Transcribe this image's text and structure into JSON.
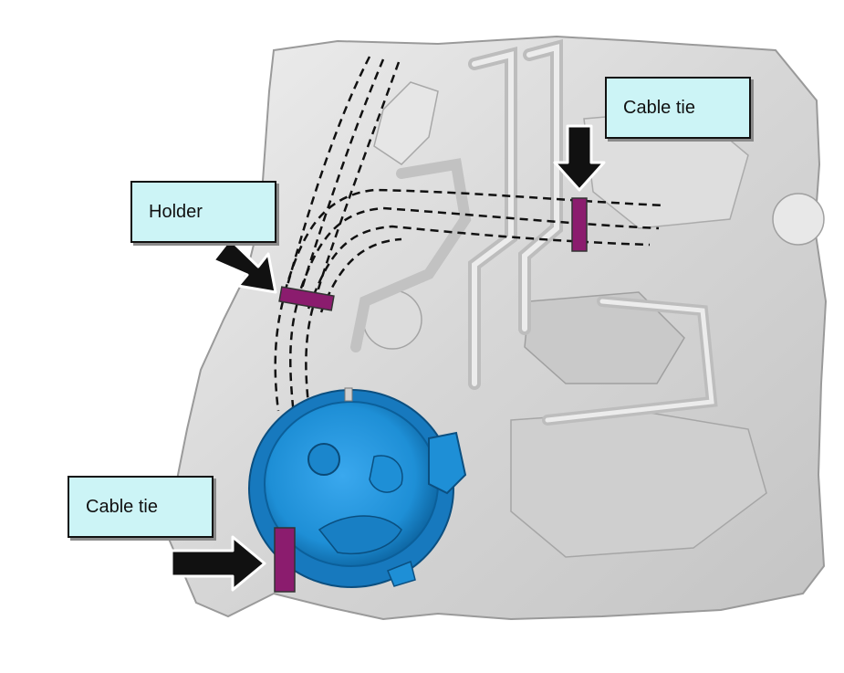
{
  "labels": {
    "cable_tie_top": "Cable tie",
    "holder": "Holder",
    "cable_tie_bottom": "Cable tie"
  },
  "colors": {
    "tank": "#d9d9d9",
    "tank_shadow": "#b8b8b8",
    "pump_unit": "#1e8fd6",
    "pump_dark": "#0b5f9a",
    "clip": "#8b1c6e",
    "callout_fill": "#ccf4f6",
    "arrow": "#111111"
  }
}
